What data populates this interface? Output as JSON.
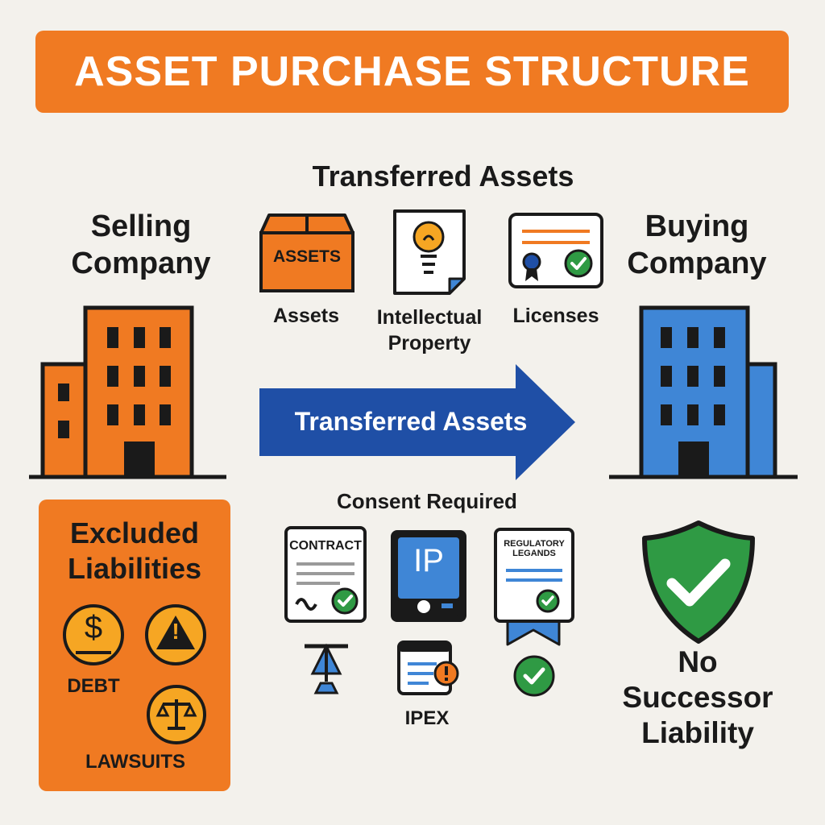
{
  "title": "ASSET PURCHASE STRUCTURE",
  "transferred_heading": "Transferred Assets",
  "seller": {
    "label_line1": "Selling",
    "label_line2": "Company"
  },
  "buyer": {
    "label_line1": "Buying",
    "label_line2": "Company"
  },
  "assets_row": {
    "box_text": "ASSETS",
    "items": [
      {
        "label": "Assets",
        "icon": "box-icon"
      },
      {
        "label_line1": "Intellectual",
        "label_line2": "Property",
        "icon": "lightbulb-document-icon"
      },
      {
        "label": "Licenses",
        "icon": "certificate-icon"
      }
    ]
  },
  "arrow_label": "Transferred Assets",
  "consent": {
    "heading": "Consent Required",
    "contract_text": "CONTRACT",
    "ip_text": "IP",
    "regulatory_line1": "REGULATORY",
    "regulatory_line2": "LEGANDS",
    "ipex_label": "IPEX"
  },
  "excluded": {
    "heading_line1": "Excluded",
    "heading_line2": "Liabilities",
    "debt_label": "DEBT",
    "lawsuits_label": "LAWSUITS",
    "dollar_glyph": "$",
    "warning_glyph": "!"
  },
  "shield": {
    "line1": "No",
    "line2": "Successor",
    "line3": "Liability"
  },
  "colors": {
    "orange": "#f07a22",
    "blue": "#3f86d6",
    "arrow_blue": "#1f4fa6",
    "green": "#2f9a44",
    "dark": "#1a1a1a"
  }
}
